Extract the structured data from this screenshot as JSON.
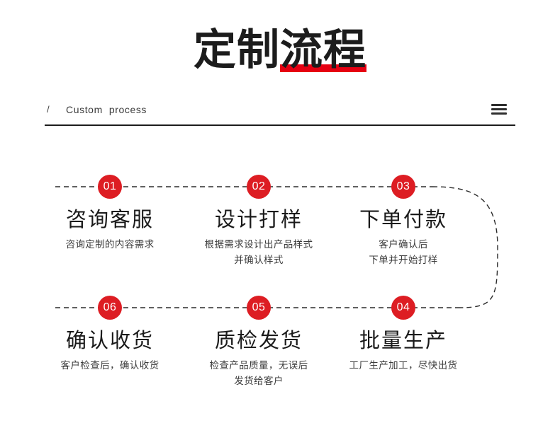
{
  "header": {
    "title": "定制流程",
    "title_plain_part": "定制",
    "title_underlined_part": "流程",
    "subtitle_slash": "/",
    "subtitle": "Custom  process",
    "menu_icon": "hamburger-menu-icon",
    "accent_color": "#e60012",
    "rule_color": "#1c1c1c"
  },
  "flow": {
    "badge_color": "#dd1d23",
    "connector_style": "dashed",
    "connector_color": "#2b2b2b",
    "steps": [
      {
        "number": "01",
        "title": "咨询客服",
        "desc": [
          "咨询定制的内容需求"
        ]
      },
      {
        "number": "02",
        "title": "设计打样",
        "desc": [
          "根据需求设计出产品样式",
          "并确认样式"
        ]
      },
      {
        "number": "03",
        "title": "下单付款",
        "desc": [
          "客户确认后",
          "下单并开始打样"
        ]
      },
      {
        "number": "04",
        "title": "批量生产",
        "desc": [
          "工厂生产加工，尽快出货"
        ]
      },
      {
        "number": "05",
        "title": "质检发货",
        "desc": [
          "检查产品质量，无误后",
          "发货给客户"
        ]
      },
      {
        "number": "06",
        "title": "确认收货",
        "desc": [
          "客户检查后，确认收货"
        ]
      }
    ]
  }
}
